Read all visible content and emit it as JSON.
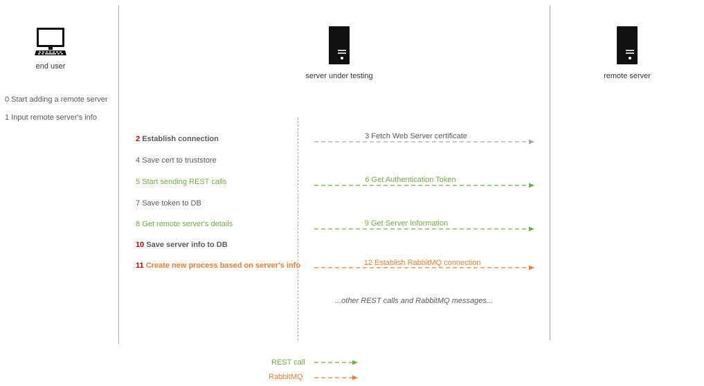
{
  "actors": {
    "end_user": "end user",
    "server_under_testing": "server under testing",
    "remote_server": "remote server"
  },
  "end_user_steps": [
    "0 Start adding a remote server",
    "1 Input remote server's info"
  ],
  "server_steps": [
    {
      "num": "2",
      "text": "Establish connection",
      "num_style": "red",
      "text_style": "gray-bold"
    },
    {
      "num": "4",
      "text": "Save cert to truststore",
      "num_style": "gray",
      "text_style": "gray"
    },
    {
      "num": "5",
      "text": "Start sending REST calls",
      "num_style": "green",
      "text_style": "green"
    },
    {
      "num": "7",
      "text": "Save token to DB",
      "num_style": "gray",
      "text_style": "gray"
    },
    {
      "num": "8",
      "text": "Get remote server's details",
      "num_style": "green",
      "text_style": "green"
    },
    {
      "num": "10",
      "text": "Save server info to DB",
      "num_style": "red",
      "text_style": "gray-bold"
    },
    {
      "num": "11",
      "text": "Create new process based on server's info",
      "num_style": "red",
      "text_style": "orange-bold"
    }
  ],
  "messages": [
    {
      "label": "3 Fetch Web Server certificate",
      "color": "#a6a6a6"
    },
    {
      "label": "6 Get Authentication Token",
      "color": "#70ad47"
    },
    {
      "label": "9 Get Server Information",
      "color": "#70ad47"
    },
    {
      "label": "12 Establish RabbitMQ connection",
      "color": "#ed7d31"
    }
  ],
  "more_note": "...other REST calls and RabbitMQ messages...",
  "legend": [
    {
      "label": "REST call",
      "color": "#70ad47"
    },
    {
      "label": "RabbitMQ",
      "color": "#ed7d31"
    }
  ],
  "icons": {
    "end_user": "desktop-computer-icon",
    "server": "server-tower-icon"
  },
  "colors": {
    "gray": "#a6a6a6",
    "green": "#70ad47",
    "orange": "#ed7d31",
    "red": "#c00000"
  }
}
